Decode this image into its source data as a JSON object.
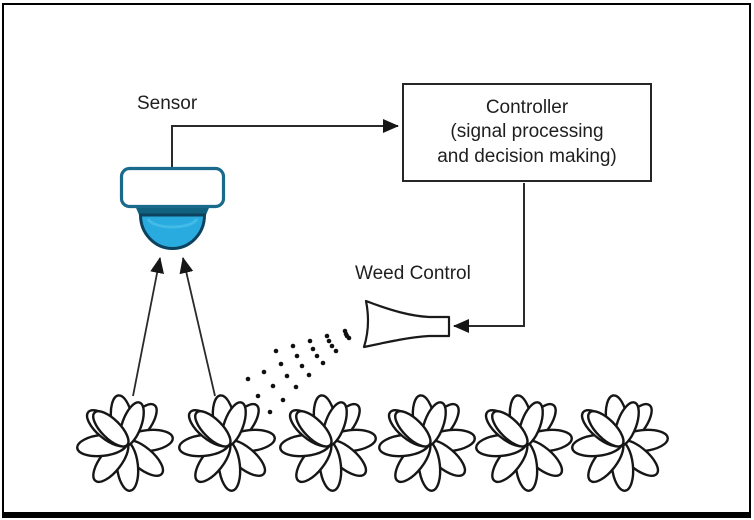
{
  "diagram": {
    "type": "block-diagram",
    "subject": "automated weed control system",
    "nodes": {
      "sensor": {
        "label": "Sensor",
        "icon": "dome-camera"
      },
      "controller": {
        "label_lines": [
          "Controller",
          "(signal processing",
          "and decision making)"
        ]
      },
      "weed_control": {
        "label": "Weed Control",
        "icon": "spray-nozzle"
      },
      "plants": {
        "count": 6,
        "icon": "flower-weed"
      }
    },
    "connections": [
      {
        "from": "sensor",
        "to": "controller",
        "style": "solid-arrow"
      },
      {
        "from": "controller",
        "to": "weed_control",
        "style": "solid-arrow"
      },
      {
        "from": "plants",
        "to": "sensor",
        "style": "two-solid-arrows"
      },
      {
        "from": "weed_control",
        "to": "plants",
        "style": "dotted-spray"
      }
    ],
    "colors": {
      "background": "#ffffff",
      "frame_border": "#000000",
      "line": "#2a2a2a",
      "text": "#1f1f1f",
      "camera_body_border": "#1a6a8c",
      "camera_neck_fill": "#11607e",
      "camera_dome_fill": "#29abdf",
      "camera_dome_stroke": "#0d425e"
    }
  }
}
